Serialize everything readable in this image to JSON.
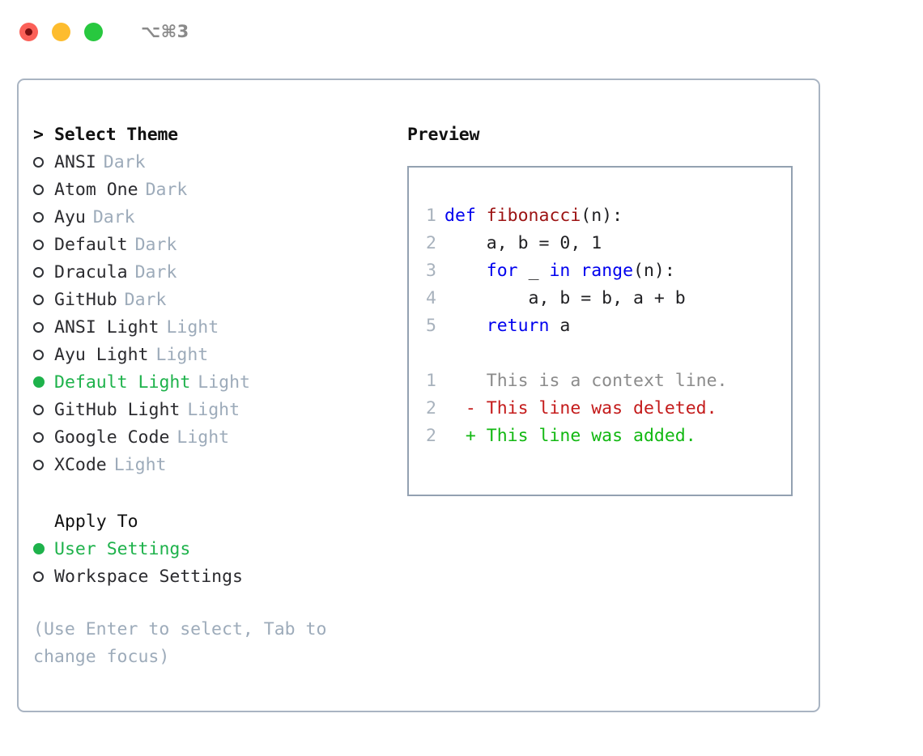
{
  "titlebar": {
    "shortcut": "⌥⌘3",
    "buttons": [
      {
        "name": "close",
        "color": "#fb6058"
      },
      {
        "name": "minimize",
        "color": "#fdbc2e"
      },
      {
        "name": "maximize",
        "color": "#28c83f"
      }
    ]
  },
  "theme_picker": {
    "caret": ">",
    "title": "Select Theme",
    "themes": [
      {
        "name": "ANSI",
        "kind": "Dark",
        "selected": false
      },
      {
        "name": "Atom One",
        "kind": "Dark",
        "selected": false
      },
      {
        "name": "Ayu",
        "kind": "Dark",
        "selected": false
      },
      {
        "name": "Default",
        "kind": "Dark",
        "selected": false
      },
      {
        "name": "Dracula",
        "kind": "Dark",
        "selected": false
      },
      {
        "name": "GitHub",
        "kind": "Dark",
        "selected": false
      },
      {
        "name": "ANSI Light",
        "kind": "Light",
        "selected": false
      },
      {
        "name": "Ayu Light",
        "kind": "Light",
        "selected": false
      },
      {
        "name": "Default Light",
        "kind": "Light",
        "selected": true
      },
      {
        "name": "GitHub Light",
        "kind": "Light",
        "selected": false
      },
      {
        "name": "Google Code",
        "kind": "Light",
        "selected": false
      },
      {
        "name": "XCode",
        "kind": "Light",
        "selected": false
      }
    ]
  },
  "apply_to": {
    "label": "Apply To",
    "options": [
      {
        "name": "User Settings",
        "selected": true
      },
      {
        "name": "Workspace Settings",
        "selected": false
      }
    ]
  },
  "hint": "(Use Enter to select, Tab to change focus)",
  "preview": {
    "title": "Preview",
    "code_lines": [
      {
        "num": "1",
        "tokens": [
          {
            "t": "def ",
            "c": "kw"
          },
          {
            "t": "fibonacci",
            "c": "fn"
          },
          {
            "t": "(n):",
            "c": "code-text"
          }
        ]
      },
      {
        "num": "2",
        "tokens": [
          {
            "t": "    a, b = 0, 1",
            "c": "code-text"
          }
        ]
      },
      {
        "num": "3",
        "tokens": [
          {
            "t": "    ",
            "c": "code-text"
          },
          {
            "t": "for",
            "c": "kw"
          },
          {
            "t": " _ ",
            "c": "code-text"
          },
          {
            "t": "in range",
            "c": "kw"
          },
          {
            "t": "(n):",
            "c": "code-text"
          }
        ]
      },
      {
        "num": "4",
        "tokens": [
          {
            "t": "        a, b = b, a + b",
            "c": "code-text"
          }
        ]
      },
      {
        "num": "5",
        "tokens": [
          {
            "t": "    ",
            "c": "code-text"
          },
          {
            "t": "return",
            "c": "kw"
          },
          {
            "t": " a",
            "c": "code-text"
          }
        ]
      }
    ],
    "diff_lines": [
      {
        "num": "1",
        "marker": " ",
        "text": "This is a context line.",
        "kind": "diff-ctx"
      },
      {
        "num": "2",
        "marker": "-",
        "text": "This line was deleted.",
        "kind": "diff-del"
      },
      {
        "num": "2",
        "marker": "+",
        "text": "This line was added.",
        "kind": "diff-add"
      }
    ]
  },
  "colors": {
    "selected_green": "#1eb24b",
    "muted": "#9dabba",
    "keyword_blue": "#0000ee",
    "function_red": "#9c1212",
    "diff_delete": "#c41b1b",
    "diff_add": "#12b812",
    "panel_border": "#a9b4c2",
    "preview_border": "#93a1b1"
  }
}
